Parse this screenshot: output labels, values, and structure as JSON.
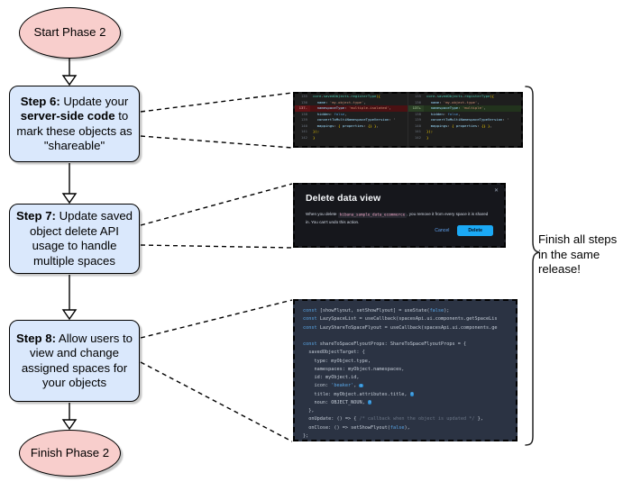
{
  "diagram": {
    "title": "Phase 2 rollout flowchart",
    "colors": {
      "process_fill": "#dae8fc",
      "terminator_fill": "#f8cecc",
      "stroke": "#000000"
    },
    "nodes": {
      "start": {
        "label": "Start Phase 2",
        "shape": "ellipse"
      },
      "step6": {
        "shape": "rounded-rect",
        "parts": [
          {
            "text": "Step 6:",
            "bold": true
          },
          {
            "text": " Update your ",
            "bold": false
          },
          {
            "text": "server-side code",
            "bold": true
          },
          {
            "text": " to mark these objects as \"shareable\"",
            "bold": false
          }
        ]
      },
      "step7": {
        "shape": "rounded-rect",
        "parts": [
          {
            "text": "Step 7:",
            "bold": true
          },
          {
            "text": " Update saved object delete API usage to handle multiple spaces",
            "bold": false
          }
        ]
      },
      "step8": {
        "shape": "rounded-rect",
        "parts": [
          {
            "text": "Step 8:",
            "bold": true
          },
          {
            "text": " Allow users to view and change assigned spaces for your objects",
            "bold": false
          }
        ]
      },
      "finish": {
        "label": "Finish Phase 2",
        "shape": "ellipse"
      }
    },
    "brace_note": "Finish all steps in the same release!"
  },
  "callouts": {
    "diff": {
      "name": "code-diff-screenshot",
      "left_pane": {
        "lines": [
          {
            "num": "135",
            "marker": "",
            "state": "ctx",
            "text": "core.savedObjects.registerType({"
          },
          {
            "num": "136",
            "marker": "",
            "state": "ctx",
            "text": "  name: 'my-object-type',"
          },
          {
            "num": "137",
            "marker": "-",
            "state": "del",
            "text": "  namespaceType: 'multiple-isolated',"
          },
          {
            "num": "138",
            "marker": "",
            "state": "ctx",
            "text": "  hidden: false,"
          },
          {
            "num": "139",
            "marker": "",
            "state": "ctx",
            "text": "  convertToMultiNamespaceTypeVersion: '"
          },
          {
            "num": "140",
            "marker": "",
            "state": "ctx",
            "text": "  mappings: { properties: {} },"
          },
          {
            "num": "141",
            "marker": "",
            "state": "ctx",
            "text": "});"
          },
          {
            "num": "142",
            "marker": "",
            "state": "ctx",
            "text": "}"
          }
        ]
      },
      "right_pane": {
        "lines": [
          {
            "num": "135",
            "marker": "",
            "state": "ctx",
            "text": "core.savedObjects.registerType({"
          },
          {
            "num": "136",
            "marker": "",
            "state": "ctx",
            "text": "  name: 'my-object-type',"
          },
          {
            "num": "137",
            "marker": "+",
            "state": "add",
            "text": "  namespaceType: 'multiple',"
          },
          {
            "num": "138",
            "marker": "",
            "state": "ctx",
            "text": "  hidden: false,"
          },
          {
            "num": "139",
            "marker": "",
            "state": "ctx",
            "text": "  convertToMultiNamespaceTypeVersion: '"
          },
          {
            "num": "140",
            "marker": "",
            "state": "ctx",
            "text": "  mappings: { properties: {} },"
          },
          {
            "num": "141",
            "marker": "",
            "state": "ctx",
            "text": "});"
          },
          {
            "num": "142",
            "marker": "",
            "state": "ctx",
            "text": "}"
          }
        ]
      }
    },
    "modal": {
      "name": "delete-data-view-modal",
      "title": "Delete data view",
      "close_icon": "close-icon",
      "body_before": "When you delete",
      "body_code": "kibana_sample_data_ecommerce",
      "body_after": ", you remove it from every space it is shared in. You can't undo this action.",
      "cancel_label": "Cancel",
      "delete_label": "Delete",
      "delete_button_color": "#1ba9f5"
    },
    "react": {
      "name": "share-to-space-flyout-code",
      "lines": [
        "const [showFlyout, setShowFlyout] = useState(false);",
        "const LazySpaceList = useCallback(spacesApi.ui.components.getSpaceLis",
        "const LazyShareToSpaceFlyout = useCallback(spacesApi.ui.components.ge",
        "",
        "const shareToSpaceFlyoutProps: ShareToSpaceFlyoutProps = {",
        "  savedObjectTarget: {",
        "    type: myObject.type,",
        "    namespaces: myObject.namespaces,",
        "    id: myObject.id,",
        "    icon: 'beaker',",
        "    title: myObject.attributes.title,",
        "    noun: OBJECT_NOUN,",
        "  },",
        "  onUpdate: () => { /* callback when the object is updated */ },",
        "  onClose: () => setShowFlyout(false),",
        "};"
      ]
    }
  }
}
